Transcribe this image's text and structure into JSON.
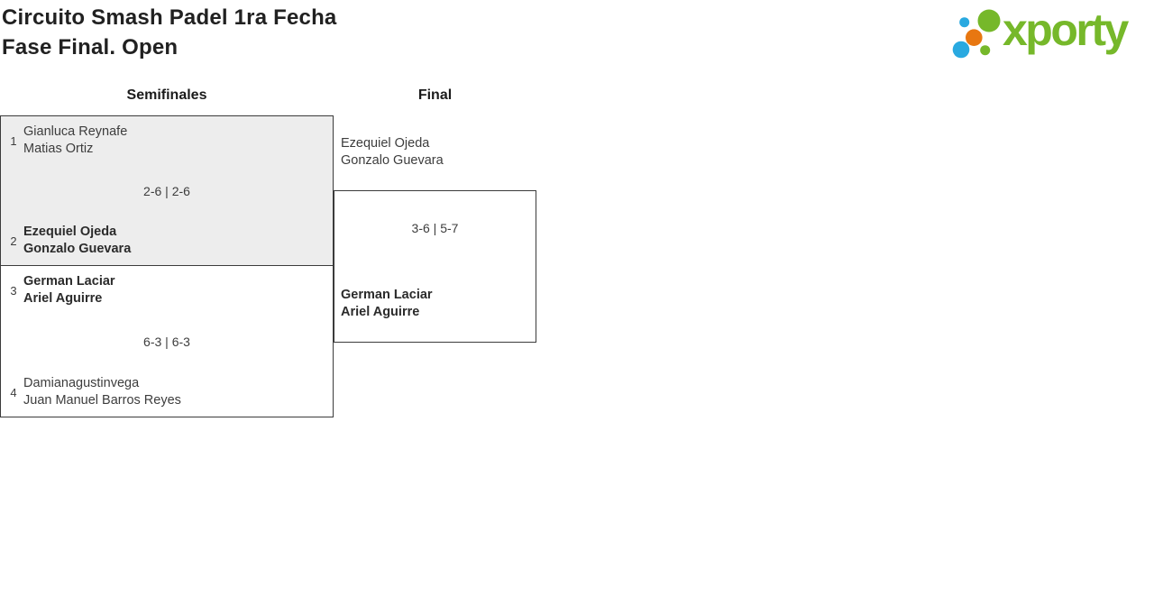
{
  "page": {
    "title_line1": "Circuito Smash Padel 1ra Fecha",
    "title_line2": "Fase Final. Open"
  },
  "logo": {
    "text": "xporty",
    "green": "#76b82a",
    "blue": "#29a9e0",
    "orange": "#e87711"
  },
  "bracket": {
    "rounds": [
      {
        "label": "Semifinales"
      },
      {
        "label": "Final"
      }
    ],
    "semifinals": [
      {
        "team1": {
          "seed": "1",
          "players": [
            "Gianluca Reynafe",
            "Matias Ortiz"
          ],
          "winner": false
        },
        "score": "2-6 | 2-6",
        "team2": {
          "seed": "2",
          "players": [
            "Ezequiel Ojeda",
            "Gonzalo Guevara"
          ],
          "winner": true
        }
      },
      {
        "team1": {
          "seed": "3",
          "players": [
            "German Laciar",
            "Ariel Aguirre"
          ],
          "winner": true
        },
        "score": "6-3 | 6-3",
        "team2": {
          "seed": "4",
          "players": [
            "Damianagustinvega",
            "Juan Manuel Barros Reyes"
          ],
          "winner": false
        }
      }
    ],
    "final": {
      "team1": {
        "players": [
          "Ezequiel Ojeda",
          "Gonzalo Guevara"
        ],
        "winner": false
      },
      "score": "3-6 | 5-7",
      "team2": {
        "players": [
          "German Laciar",
          "Ariel Aguirre"
        ],
        "winner": true
      }
    }
  }
}
